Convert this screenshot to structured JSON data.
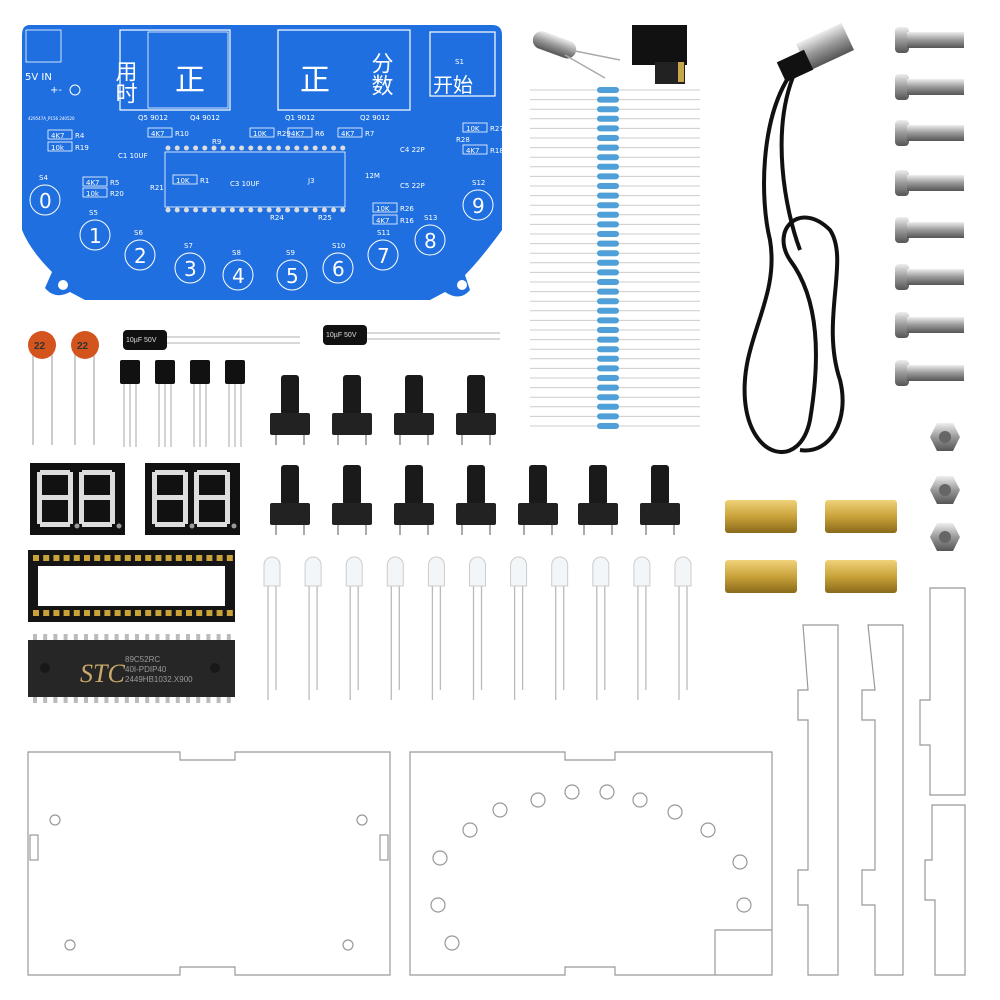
{
  "pcb": {
    "power_label": "5V IN",
    "polarity": "+-",
    "board_id": "429547A_P156 240520",
    "used_time": "用时",
    "score": "分数",
    "start": "开始",
    "start_switch": "S1",
    "crystal_label": "12M",
    "header_label": "J3",
    "digits": [
      "0",
      "1",
      "2",
      "3",
      "4",
      "5",
      "6",
      "7",
      "8",
      "9"
    ],
    "switch_labels": [
      "S4",
      "S5",
      "S6",
      "S7",
      "S8",
      "S9",
      "S10",
      "S11",
      "S13",
      "S12"
    ],
    "components": [
      {
        "ref": "R4",
        "value": "4K7"
      },
      {
        "ref": "R19",
        "value": "10k"
      },
      {
        "ref": "R5",
        "value": "4K7"
      },
      {
        "ref": "R20",
        "value": "10k"
      },
      {
        "ref": "R10",
        "value": "4K7"
      },
      {
        "ref": "R29",
        "value": "10K"
      },
      {
        "ref": "R6",
        "value": "4K7"
      },
      {
        "ref": "R7",
        "value": "4K7"
      },
      {
        "ref": "R27",
        "value": "10K"
      },
      {
        "ref": "R18",
        "value": "4K7"
      },
      {
        "ref": "R1",
        "value": "10K"
      },
      {
        "ref": "R26",
        "value": "10K"
      },
      {
        "ref": "R16",
        "value": "4K7"
      }
    ],
    "transistors": [
      "Q5 9012",
      "Q4 9012",
      "Q1 9012",
      "Q2 9012"
    ],
    "c1": "C1 10UF",
    "c3": "C3 10UF",
    "c4": "C4 22P",
    "c5": "C5 22P",
    "other_refs": [
      "R9",
      "R21",
      "R24",
      "R25",
      "R28"
    ]
  },
  "loose_parts": {
    "ceramic_caps": [
      "22",
      "22"
    ],
    "electrolytic_caps": [
      "10µF 50V",
      "10µF 50V"
    ],
    "mcu": {
      "brand": "STC",
      "model": "89C52RC",
      "package": "40I-PDIP40",
      "lot": "2449HB1032.X900"
    },
    "counts": {
      "resistors": 36,
      "tactile_buttons": 11,
      "leds": 11,
      "screws": 8,
      "nuts": 3,
      "standoffs": 4,
      "transistors": 4,
      "seven_segment_displays": 2
    }
  },
  "colors": {
    "pcb_blue": "#1f6fe0",
    "resistor_blue": "#4fa0d8",
    "ceramic_orange": "#d4541e",
    "brass": "#c9a23a"
  }
}
